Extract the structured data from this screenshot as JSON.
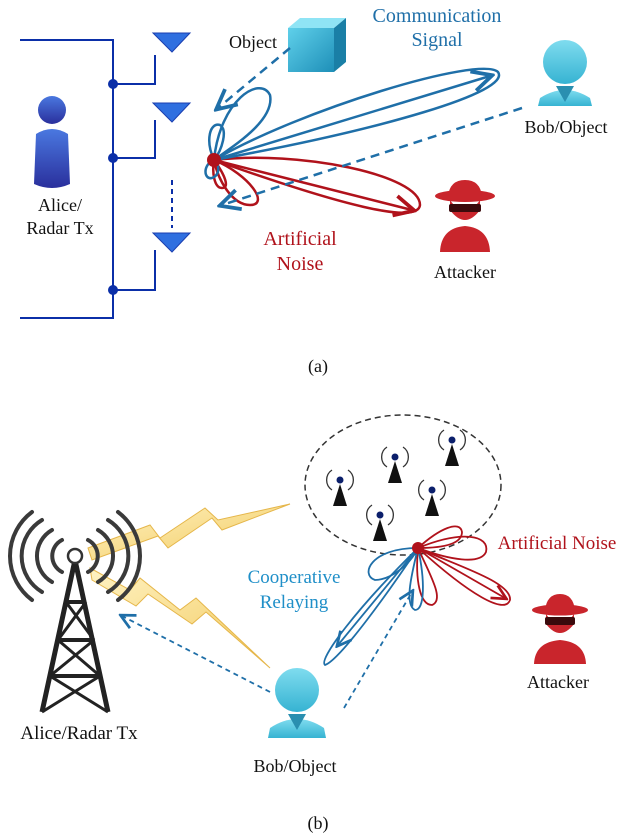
{
  "panel_a": {
    "caption": "(a)",
    "alice_label_line1": "Alice/",
    "alice_label_line2": "Radar Tx",
    "object_label": "Object",
    "comm_label_line1": "Communication",
    "comm_label_line2": "Signal",
    "bob_label": "Bob/Object",
    "noise_label_line1": "Artificial",
    "noise_label_line2": "Noise",
    "attacker_label": "Attacker"
  },
  "panel_b": {
    "caption": "(b)",
    "alice_label": "Alice/Radar Tx",
    "coop_label_line1": "Cooperative",
    "coop_label_line2": "Relaying",
    "noise_label": "Artificial Noise",
    "attacker_label": "Attacker",
    "bob_label": "Bob/Object"
  },
  "colors": {
    "comm_blue": "#1f6fa8",
    "noise_red": "#b0121b",
    "circuit_blue": "#0b2fa8",
    "person_light": "#4fc3dc",
    "person_dark": "#3446b8",
    "attacker_red": "#c9252c",
    "bolt_yellow": "#f7d98a"
  },
  "icons": {
    "alice": "person-icon",
    "bob": "person-icon",
    "attacker": "hacker-icon",
    "object": "cube-icon",
    "tower": "radio-tower-icon",
    "relay_node": "antenna-node-icon"
  }
}
